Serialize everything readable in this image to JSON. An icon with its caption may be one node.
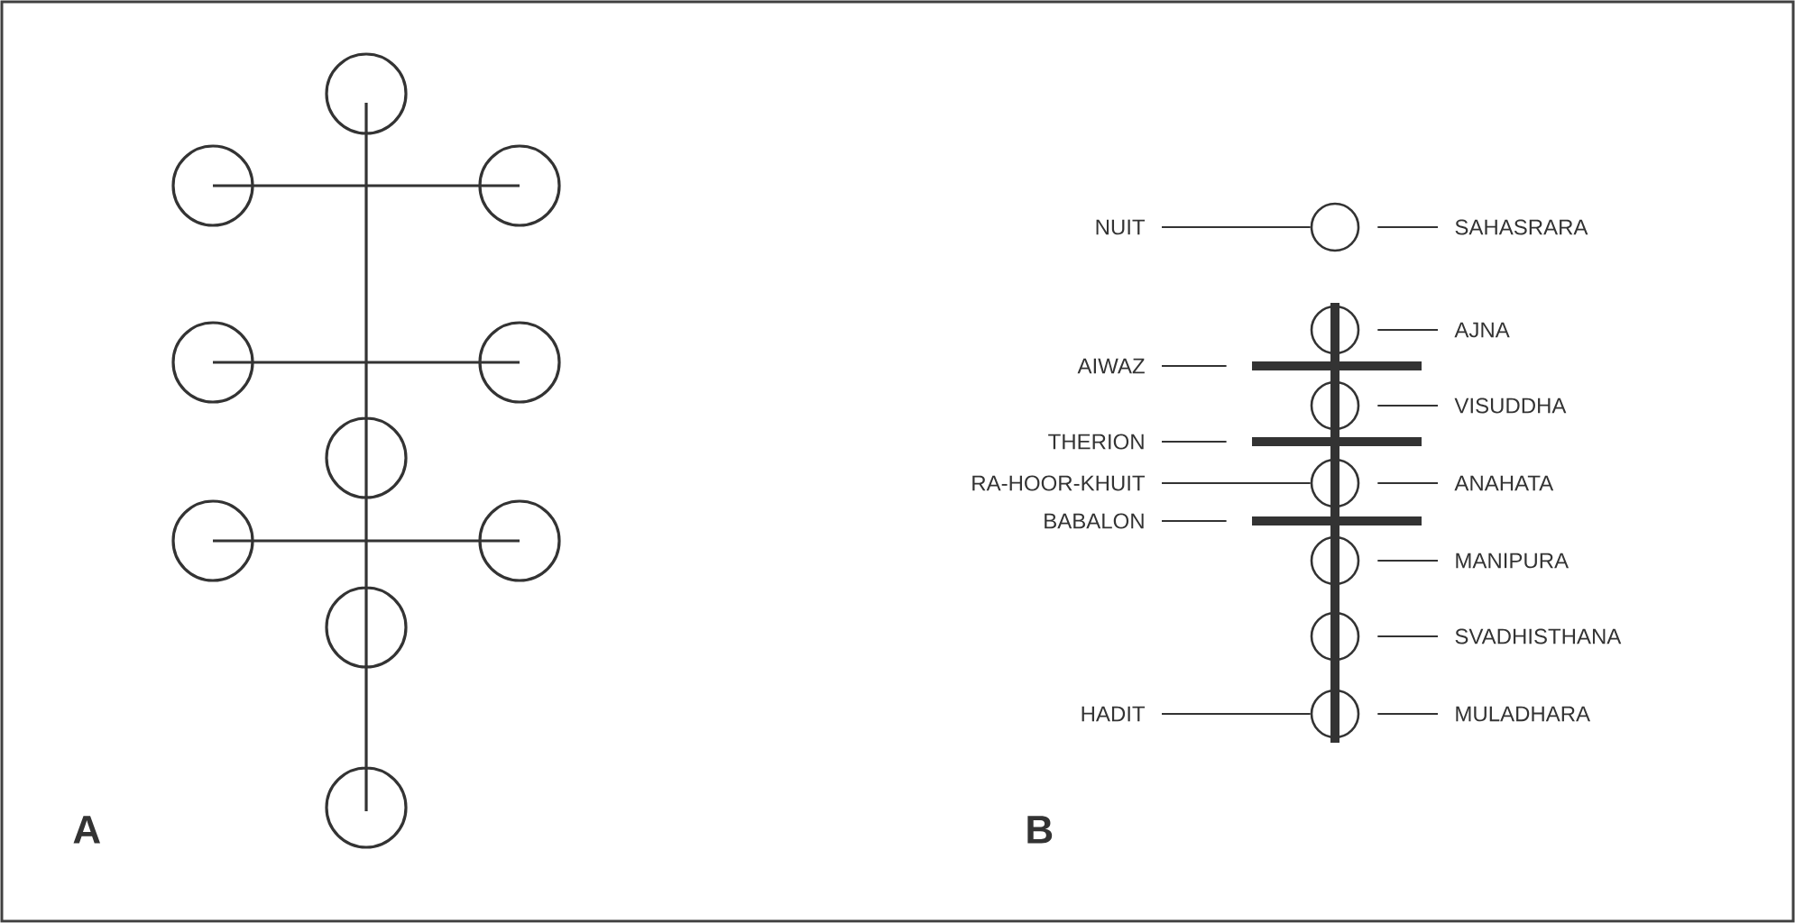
{
  "diagram": {
    "nodes": [
      {
        "text": [
          "NUIT"
        ]
      },
      {
        "text": [],
        "shape": "circle"
      },
      {
        "text": [
          "SAHASRARA"
        ]
      },
      {
        "text": [],
        "shape": "circle"
      },
      {
        "text": [
          "AJNA"
        ]
      },
      {
        "text": [
          "AIWAZ"
        ]
      },
      {
        "text": [],
        "shape": "bar"
      },
      {
        "text": [],
        "shape": "circle"
      },
      {
        "text": [
          "VISUDDHA"
        ]
      },
      {
        "text": [
          "THERION"
        ]
      },
      {
        "text": [],
        "shape": "bar"
      },
      {
        "text": [
          "RA-HOOR-KHUIT"
        ]
      },
      {
        "text": [],
        "shape": "circle"
      },
      {
        "text": [
          "ANAHATA"
        ]
      },
      {
        "text": [
          "BABALON"
        ]
      },
      {
        "text": [],
        "shape": "bar"
      },
      {
        "text": [],
        "shape": "circle"
      },
      {
        "text": [
          "MANIPURA"
        ]
      },
      {
        "text": [],
        "shape": "circle"
      },
      {
        "text": [
          "SVADHISTHANA"
        ]
      },
      {
        "text": [
          "HADIT"
        ]
      },
      {
        "text": [],
        "shape": "circle"
      },
      {
        "text": [
          "MULADHARA"
        ]
      },
      {
        "text": [],
        "shape": "bar"
      }
    ],
    "edges": [
      {
        "from": 0,
        "to": 1,
        "arrow": "none"
      },
      {
        "from": 2,
        "to": 1,
        "arrow": "none"
      },
      {
        "from": 4,
        "to": 3,
        "arrow": "none"
      },
      {
        "from": 5,
        "to": 6,
        "arrow": "none"
      },
      {
        "from": 8,
        "to": 7,
        "arrow": "none"
      },
      {
        "from": 9,
        "to": 10,
        "arrow": "none"
      },
      {
        "from": 11,
        "to": 12,
        "arrow": "none"
      },
      {
        "from": 13,
        "to": 12,
        "arrow": "none"
      },
      {
        "from": 14,
        "to": 15,
        "arrow": "none"
      },
      {
        "from": 17,
        "to": 16,
        "arrow": "none"
      },
      {
        "from": 19,
        "to": 18,
        "arrow": "none"
      },
      {
        "from": 20,
        "to": 21,
        "arrow": "none"
      },
      {
        "from": 22,
        "to": 21,
        "arrow": "none"
      }
    ],
    "labels": [
      "A",
      "B"
    ]
  }
}
